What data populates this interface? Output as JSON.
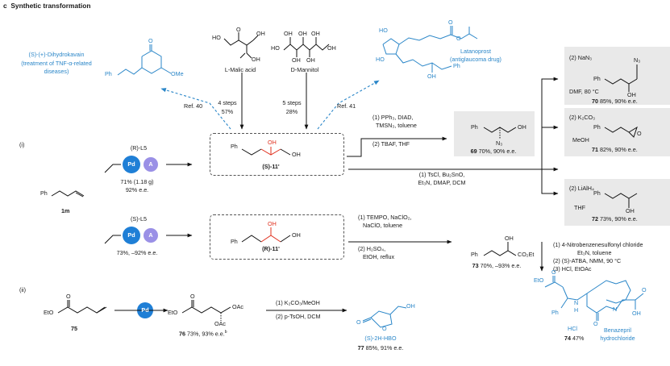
{
  "header": {
    "panel_letter": "c",
    "title": "Synthetic transformation"
  },
  "section_labels": {
    "i": "(i)",
    "ii": "(ii)"
  },
  "top": {
    "dihydrokavain_title": "(S)-(+)-Dihydrokavain",
    "dihydrokavain_note_1": "(treatment of TNF-α-related",
    "dihydrokavain_note_2": "diseases)",
    "malic_acid": "L-Malic acid",
    "mannitol": "D-Mannitol",
    "latanoprost": "Latanoprost",
    "latanoprost_note": "(antiglaucoma drug)",
    "ref40": "Ref. 40",
    "ref41": "Ref. 41",
    "steps_malic": "4 steps",
    "yield_malic": "57%",
    "steps_mannitol": "5 steps",
    "yield_mannitol": "28%"
  },
  "route_i": {
    "substrate": "1m",
    "ligand_R": "(R)-L5",
    "ligand_S": "(S)-L5",
    "pd": "Pd",
    "a": "A",
    "yield_R_1": "71% (1.18 g)",
    "yield_R_2": "92% e.e.",
    "yield_S": "73%, –92% e.e.",
    "product_S": "(S)-11'",
    "product_R": "(R)-11'"
  },
  "route_69": {
    "step1_1": "(1) PPh₃, DIAD,",
    "step1_2": "TMSN₃, toluene",
    "step2": "(2) TBAF, THF",
    "label": "69",
    "yield": "70%, 90% e.e."
  },
  "route_tscl": {
    "line1": "(1) TsCl, Bu₂SnO,",
    "line2": "Et₃N, DMAP, DCM"
  },
  "right_column": {
    "c70_reagent": "(2) NaN₃",
    "c70_solvent": "DMF, 80 °C",
    "c70_label": "70",
    "c70_yield": "85%, 90% e.e.",
    "c71_reagent": "(2) K₂CO₃",
    "c71_solvent": "MeOH",
    "c71_label": "71",
    "c71_yield": "82%, 90% e.e.",
    "c72_reagent": "(2) LiAlH₄",
    "c72_solvent": "THF",
    "c72_label": "72",
    "c72_yield": "73%, 90% e.e."
  },
  "route_73": {
    "step1_1": "(1) TEMPO, NaClO₂,",
    "step1_2": "NaClO, toluene",
    "step2_1": "(2) H₂SO₄,",
    "step2_2": "EtOH, reflux",
    "label": "73",
    "yield": "70%, –93% e.e."
  },
  "benazepril": {
    "step1_1": "(1) 4-Nitrobenzenesulfonyl chloride",
    "step1_2": "Et₃N, toluene",
    "step2": "(2) (S)-ATBA, NMM, 90 °C",
    "step3": "(3) HCl, EtOAc",
    "hcl": "HCl",
    "label": "74",
    "yield": "47%",
    "name_1": "Benazepril",
    "name_2": "hydrochloride"
  },
  "route_ii": {
    "sm_label": "75",
    "p76_label": "76",
    "p76_yield": "73%, 93% e.e.",
    "p76_sup": "b",
    "step1": "(1) K₂CO₃/MeOH",
    "step2": "(2) p-TsOH, DCM",
    "p77_name": "(S)-2H-HBO",
    "p77_label": "77",
    "p77_yield": "85%, 91% e.e."
  },
  "atoms": {
    "HO": "HO",
    "OH": "OH",
    "O": "O",
    "Ph": "Ph",
    "OMe": "OMe",
    "N3": "N₃",
    "OAc": "OAc",
    "EtO": "EtO",
    "CO2Et": "CO₂Et",
    "N": "N",
    "H": "H",
    "EtO2C": "EtO"
  },
  "colors": {
    "accent": "#2a86c8",
    "chiral": "#e0301e",
    "pd": "#1f7fd6",
    "a": "#9a90e6",
    "gray_box": "#e9e9e9"
  }
}
